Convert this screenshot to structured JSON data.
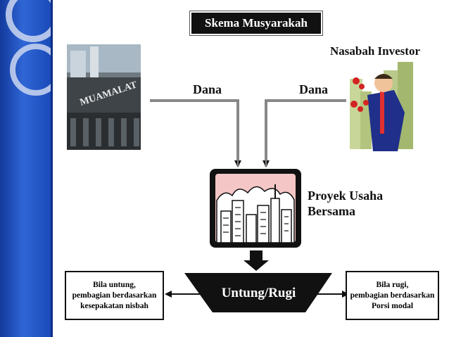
{
  "title": "Skema Musyarakah",
  "investor_label": "Nasabah Investor",
  "fund_left": "Dana",
  "fund_right": "Dana",
  "project_line1": "Proyek Usaha",
  "project_line2": "Bersama",
  "center_label": "Untung/Rugi",
  "profit_box": [
    "Bila untung,",
    "pembagian berdasarkan",
    "kesepakatan nisbah"
  ],
  "loss_box": [
    "Bila rugi,",
    "pembagian berdasarkan",
    "Porsi modal"
  ],
  "bank_sign": "MUAMALAT",
  "colors": {
    "sidebar": "#2f66d6",
    "title_bg": "#111111",
    "project_sky": "#f4c6c6",
    "investor_suit": "#1f2f8a"
  }
}
